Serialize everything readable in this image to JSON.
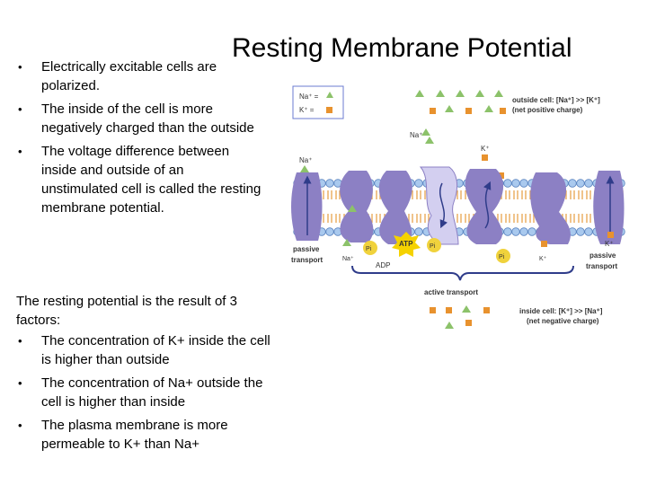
{
  "slide": {
    "title": "Resting Membrane Potential",
    "top_bullets": [
      "Electrically excitable cells are polarized.",
      "The inside of the cell is more negatively charged than the outside",
      "The voltage difference between inside and outside of an unstimulated cell is called the resting membrane potential."
    ],
    "factors_intro": "The resting potential is the result of 3 factors:",
    "factors": [
      "The concentration of K+ inside the cell is higher than outside",
      "The concentration of Na+ outside the cell is higher than inside",
      "The plasma membrane is more permeable to K+ than Na+"
    ]
  },
  "diagram": {
    "legend_na": "Na⁺ =",
    "legend_k": "K⁺ =",
    "outside_line1": "outside cell: [Na⁺] >> [K⁺]",
    "outside_line2": "(net positive charge)",
    "inside_line1": "inside cell: [K⁺] >> [Na⁺]",
    "inside_line2": "(net negative charge)",
    "na_label_top": "Na⁺",
    "k_label_top": "K⁺",
    "na_label_left": "Na⁺",
    "na_label_bottom": "Na⁺",
    "k_label_bottom": "K⁺",
    "k_label_right": "K⁺",
    "atp": "ATP",
    "adp": "ADP",
    "pi": "Pi",
    "passive_left_1": "passive",
    "passive_left_2": "transport",
    "passive_right_1": "passive",
    "passive_right_2": "transport",
    "active_transport": "active transport",
    "colors": {
      "na": "#8cc26a",
      "k": "#e8922e",
      "protein": "#8c80c4",
      "protein_light": "#d3cff0",
      "bilayer_head": "#a9c9ee",
      "bilayer_tail": "#e7a54f",
      "arrow": "#2f3c8a"
    }
  }
}
